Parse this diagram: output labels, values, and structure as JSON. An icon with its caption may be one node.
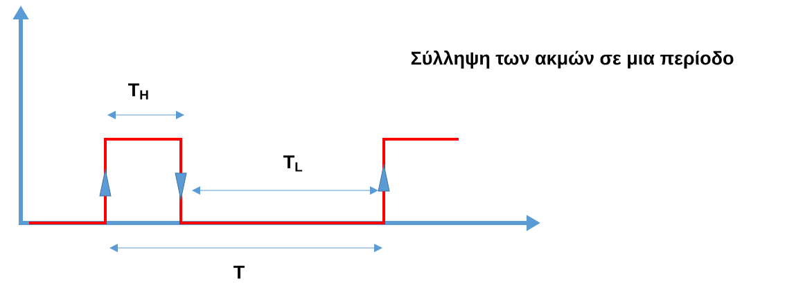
{
  "diagram": {
    "title": "Σύλληψη των ακμών σε μια περίοδο",
    "labels": [
      "T$_{H}$",
      "T$_{L}$",
      "T"
    ]
  }
}
